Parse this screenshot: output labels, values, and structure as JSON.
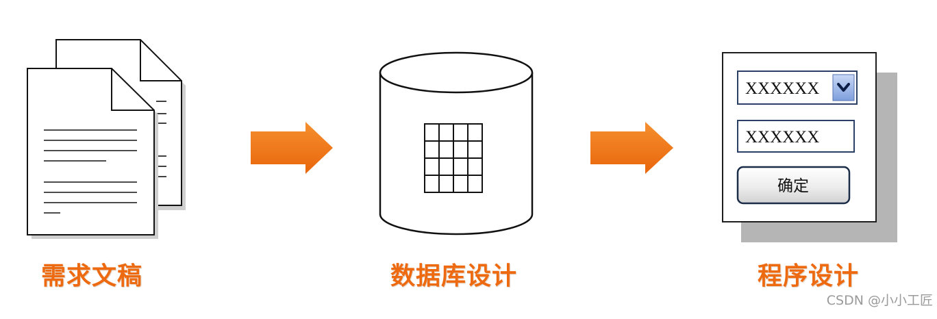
{
  "stages": {
    "requirements": {
      "label": "需求文稿"
    },
    "database": {
      "label": "数据库设计"
    },
    "program": {
      "label": "程序设计",
      "dropdown_value": "XXXXXX",
      "textbox_value": "XXXXXX",
      "button_label": "确定"
    }
  },
  "watermark": "CSDN @小小工匠",
  "colors": {
    "accent_orange": "#ee6a10",
    "arrow_orange": "#f07a1a",
    "form_border": "#2a3f66",
    "shadow_gray": "#b5b5b5"
  },
  "icons": {
    "documents": "document-stack-icon",
    "database": "database-cylinder-icon",
    "arrow": "right-arrow-icon",
    "dropdown": "chevron-down-icon"
  }
}
